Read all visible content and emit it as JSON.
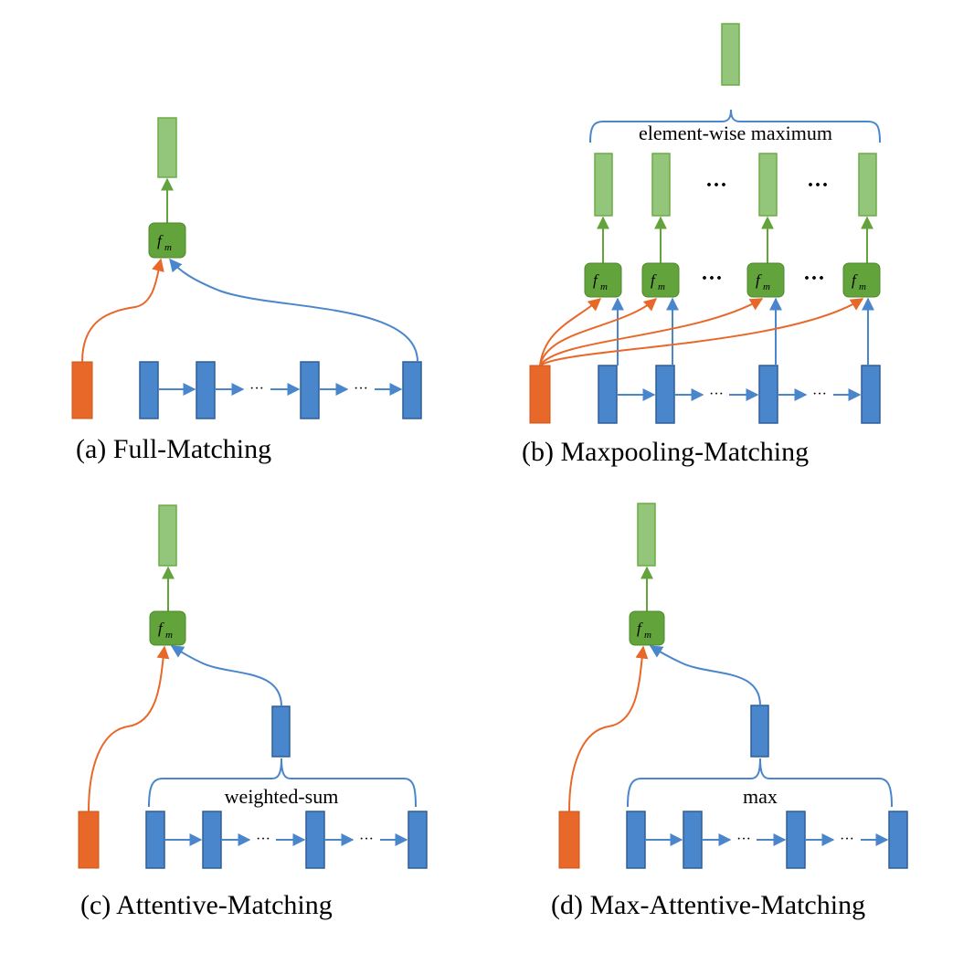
{
  "panels": {
    "a": {
      "caption": "(a) Full-Matching"
    },
    "b": {
      "caption": "(b) Maxpooling-Matching",
      "brace_label": "element-wise maximum"
    },
    "c": {
      "caption": "(c) Attentive-Matching",
      "brace_label": "weighted-sum"
    },
    "d": {
      "caption": "(d) Max-Attentive-Matching",
      "brace_label": "max"
    }
  },
  "symbols": {
    "fm_main": "f",
    "fm_sub": "m",
    "ellipsis": "···",
    "big_ellipsis": "···"
  },
  "colors": {
    "blue": "#4a86cb",
    "orange": "#e8682a",
    "light_green": "#93c57a",
    "dark_green": "#62a33b"
  }
}
